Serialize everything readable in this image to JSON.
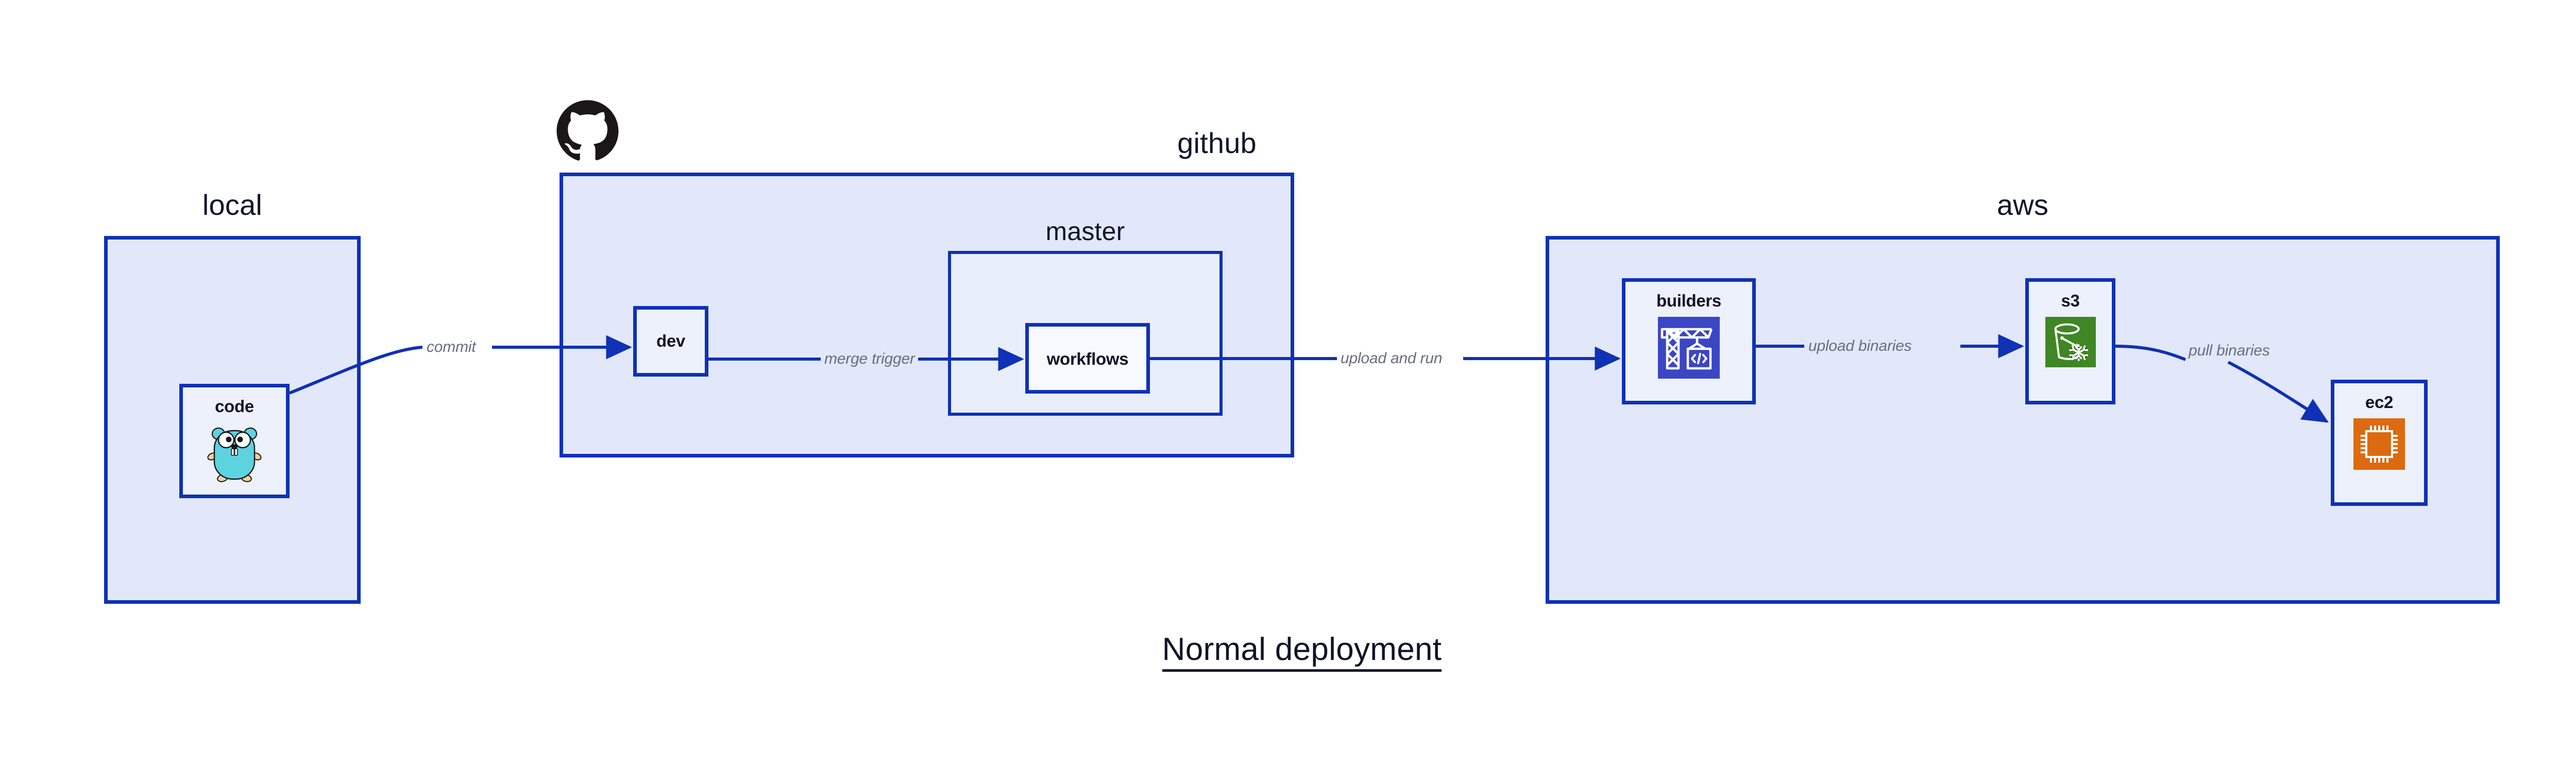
{
  "title": "Normal deployment",
  "colors": {
    "zone_fill": "#e2e8f9",
    "zone_sub_fill": "#e9eefb",
    "border_blue": "#0f31b5",
    "node_fill": "#edf1fc",
    "node_white_fill": "#f7f9fe",
    "edge_label_grey": "#6a6d80",
    "text_dark": "#121328",
    "builders_icon_bg": "#3b46c4",
    "s3_icon_bg": "#3f8624",
    "ec2_icon_bg": "#dd6a10",
    "gopher_body": "#5ed3e0",
    "octocat_black": "#191717"
  },
  "zones": [
    {
      "id": "local",
      "label": "local"
    },
    {
      "id": "github",
      "label": "github"
    },
    {
      "id": "master",
      "label": "master"
    },
    {
      "id": "aws",
      "label": "aws"
    }
  ],
  "nodes": [
    {
      "id": "code",
      "label": "code",
      "icon": "go-gopher-icon"
    },
    {
      "id": "dev",
      "label": "dev",
      "icon": "none"
    },
    {
      "id": "workflows",
      "label": "workflows",
      "icon": "none"
    },
    {
      "id": "builders",
      "label": "builders",
      "icon": "crane-code-icon"
    },
    {
      "id": "s3",
      "label": "s3",
      "icon": "s3-bucket-snowflake-icon"
    },
    {
      "id": "ec2",
      "label": "ec2",
      "icon": "cpu-chip-icon"
    }
  ],
  "edges": [
    {
      "id": "commit",
      "from": "code",
      "to": "dev",
      "label": "commit"
    },
    {
      "id": "merge-trigger",
      "from": "dev",
      "to": "workflows",
      "label": "merge trigger"
    },
    {
      "id": "upload-and-run",
      "from": "workflows",
      "to": "builders",
      "label": "upload and run"
    },
    {
      "id": "upload-binaries",
      "from": "builders",
      "to": "s3",
      "label": "upload binaries"
    },
    {
      "id": "pull-binaries",
      "from": "s3",
      "to": "ec2",
      "label": "pull binaries"
    }
  ],
  "brand": {
    "github_logo": "github-octocat-icon"
  }
}
